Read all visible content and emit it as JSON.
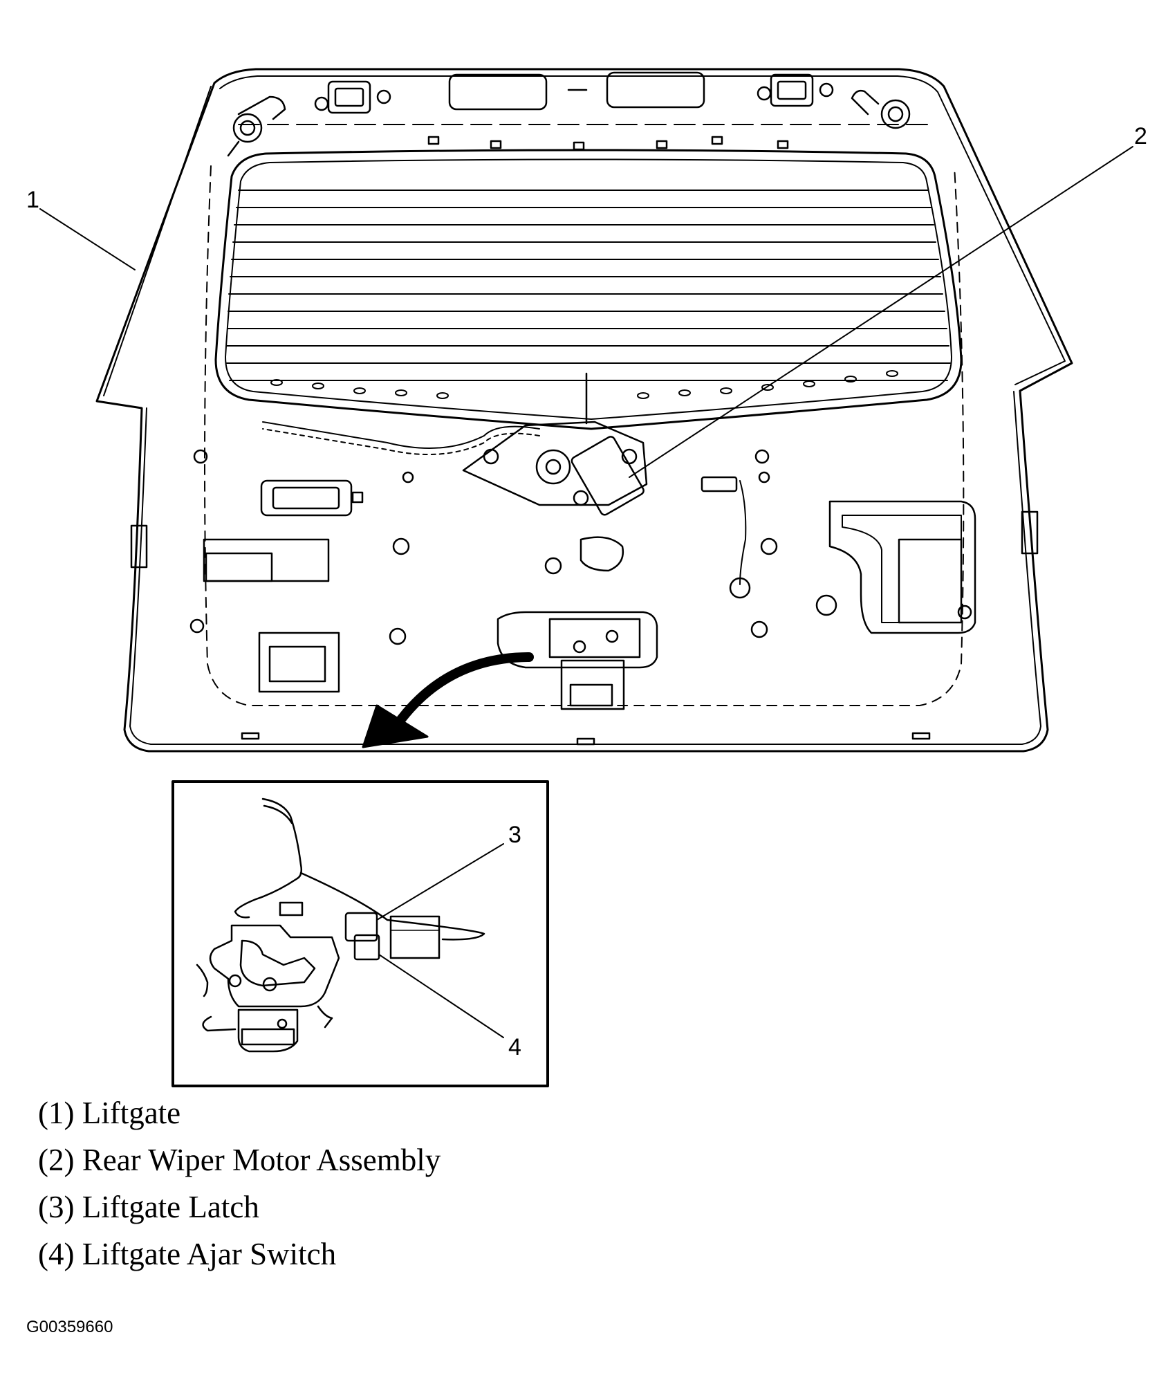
{
  "callouts": {
    "c1": "1",
    "c2": "2",
    "c3": "3",
    "c4": "4"
  },
  "legend": [
    {
      "text": "(1) Liftgate"
    },
    {
      "text": "(2) Rear Wiper Motor Assembly"
    },
    {
      "text": "(3) Liftgate Latch"
    },
    {
      "text": "(4) Liftgate Ajar Switch"
    }
  ],
  "figure_id": "G00359660"
}
